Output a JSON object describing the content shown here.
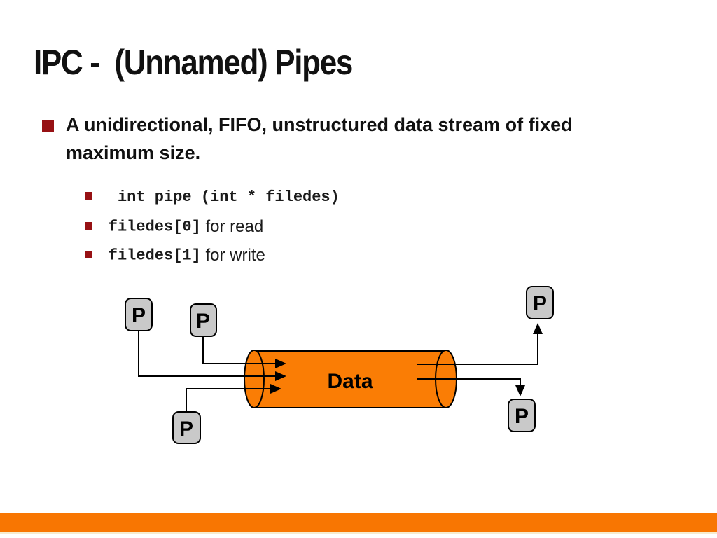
{
  "title": "IPC -  (Unnamed) Pipes",
  "bullets": {
    "main": {
      "text": "A unidirectional, FIFO, unstructured data stream of fixed maximum size."
    },
    "sub": [
      {
        "code": " int pipe (int * filedes)",
        "text": ""
      },
      {
        "code": "filedes[0]",
        "text": " for read"
      },
      {
        "code": "filedes[1]",
        "text": " for write"
      }
    ]
  },
  "diagram": {
    "pipe_label": "Data",
    "nodes": [
      {
        "label": "P"
      },
      {
        "label": "P"
      },
      {
        "label": "P"
      },
      {
        "label": "P"
      },
      {
        "label": "P"
      }
    ]
  },
  "colors": {
    "bullet_maroon": "#971114",
    "cylinder_orange": "#FA7D05",
    "bottom_bar_orange": "#F87602",
    "bottom_line_cream": "#F6ECCF",
    "process_box_gray": "#C9C9C9",
    "line_black": "#000000"
  }
}
